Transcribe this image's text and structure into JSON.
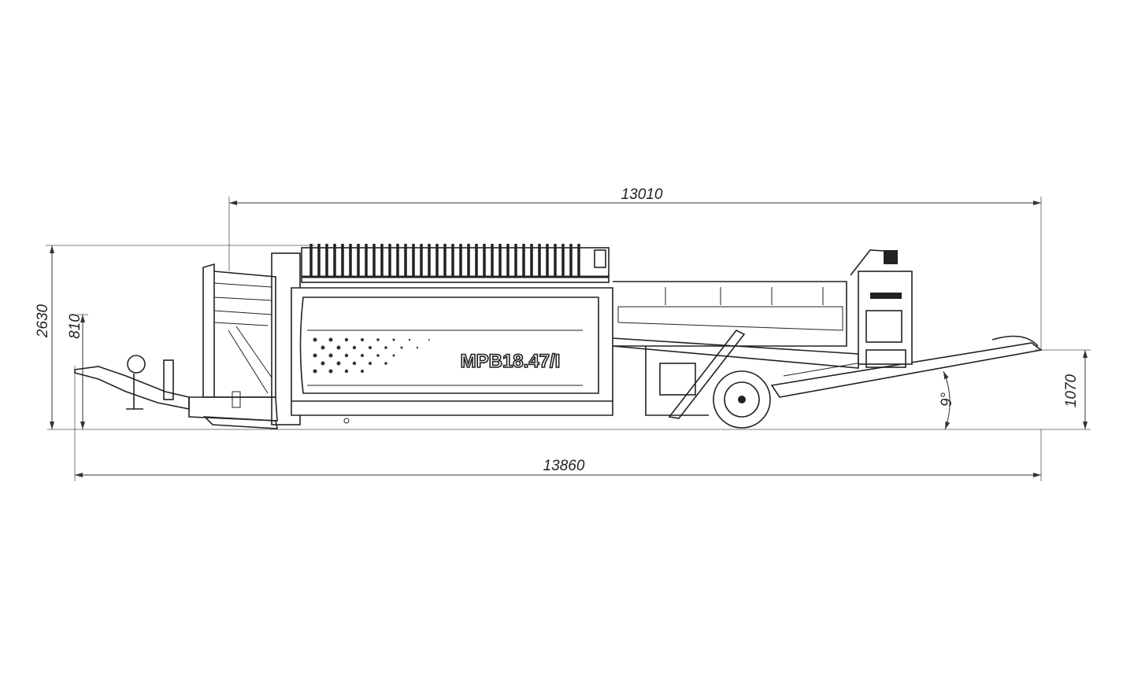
{
  "drawing": {
    "subject": "MPB18.47/I",
    "model_label": "MPB18.47/I",
    "dimensions": {
      "length_body": "13010",
      "length_total": "13860",
      "height_total": "2630",
      "hitch_height": "810",
      "discharge_height": "1070",
      "conveyor_angle": "9°"
    },
    "units": "mm"
  }
}
